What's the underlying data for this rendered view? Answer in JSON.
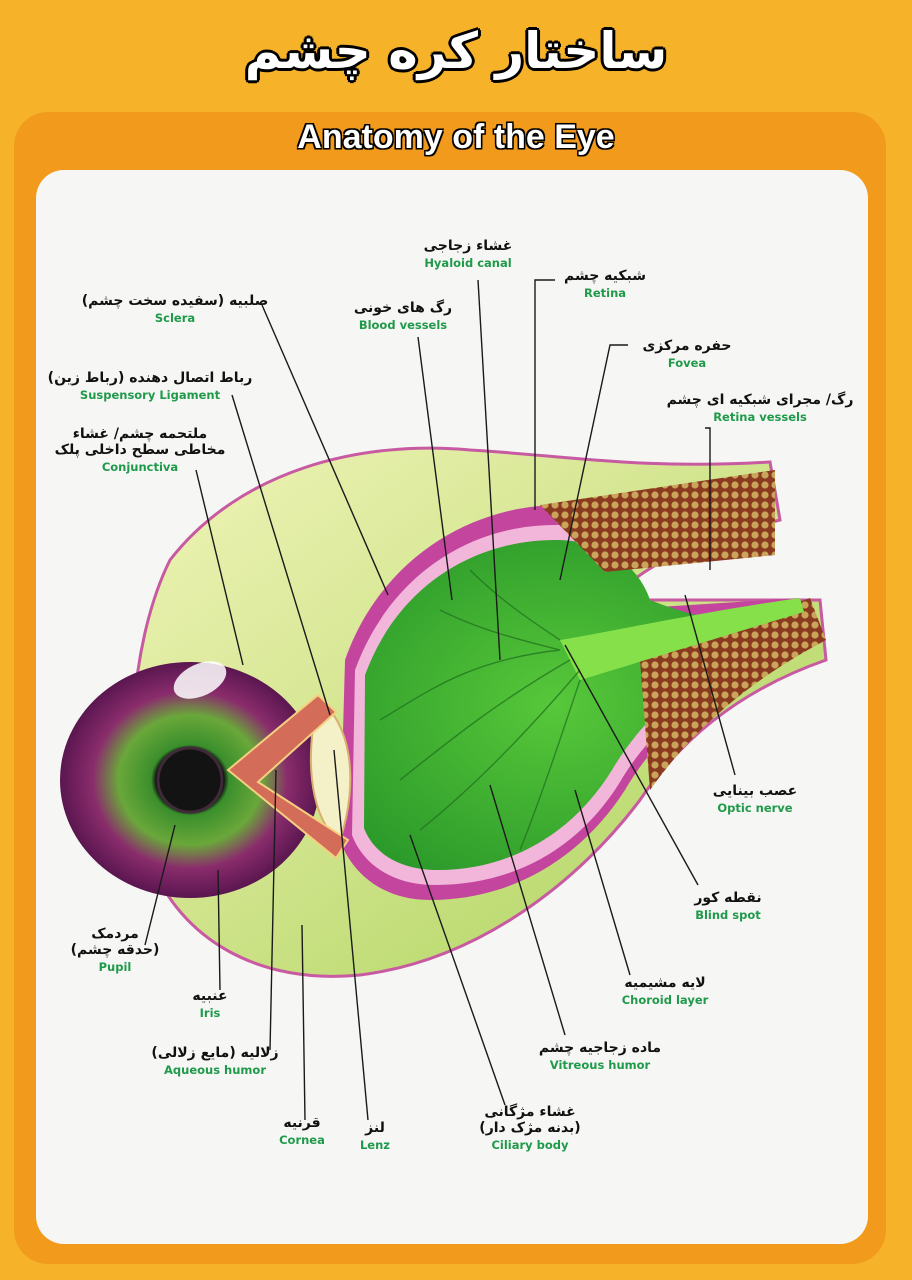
{
  "title_fa": "ساختار کره چشم",
  "title_en": "Anatomy of the Eye",
  "labels": {
    "hyaloid": {
      "fa": "غشاء زجاجی",
      "en": "Hyaloid canal"
    },
    "retina": {
      "fa": "شبکیه چشم",
      "en": "Retina"
    },
    "sclera": {
      "fa": "صلبیه (سفیده سخت چشم)",
      "en": "Sclera"
    },
    "vessels": {
      "fa": "رگ های خونی",
      "en": "Blood vessels"
    },
    "fovea": {
      "fa": "حفره مرکزی",
      "en": "Fovea"
    },
    "suspensory": {
      "fa": "رباط اتصال دهنده (رباط زین)",
      "en": "Suspensory Ligament"
    },
    "retina_vessels": {
      "fa": "رگ/ مجرای شبکیه ای چشم",
      "en": "Retina vessels"
    },
    "conjunctiva": {
      "fa1": "ملتحمه چشم/ غشاء",
      "fa2": "مخاطی سطح داخلی پلک",
      "en": "Conjunctiva"
    },
    "optic": {
      "fa": "عصب بینایی",
      "en": "Optic nerve"
    },
    "blind": {
      "fa": "نقطه کور",
      "en": "Blind spot"
    },
    "pupil": {
      "fa1": "مردمک",
      "fa2": "(حدقه چشم)",
      "en": "Pupil"
    },
    "choroid": {
      "fa": "لایه مشیمیه",
      "en": "Choroid layer"
    },
    "iris": {
      "fa": "عنبیه",
      "en": "Iris"
    },
    "vitreous": {
      "fa": "ماده زجاجیه چشم",
      "en": "Vitreous humor"
    },
    "aqueous": {
      "fa": "زلالیه (مایع زلالی)",
      "en": "Aqueous humor"
    },
    "ciliary": {
      "fa1": "غشاء مژگانی",
      "fa2": "(بدنه مژک دار)",
      "en": "Ciliary body"
    },
    "cornea": {
      "fa": "قرنیه",
      "en": "Cornea"
    },
    "lens": {
      "fa": "لنز",
      "en": "Lenz"
    }
  },
  "colors": {
    "background": "#f6b32a",
    "frame": "#f29a1c",
    "panel": "#f6f6f4",
    "label_en": "#1f9a4a",
    "vitreous_green": "#3fbf35",
    "sclera_magenta": "#b0268a"
  }
}
